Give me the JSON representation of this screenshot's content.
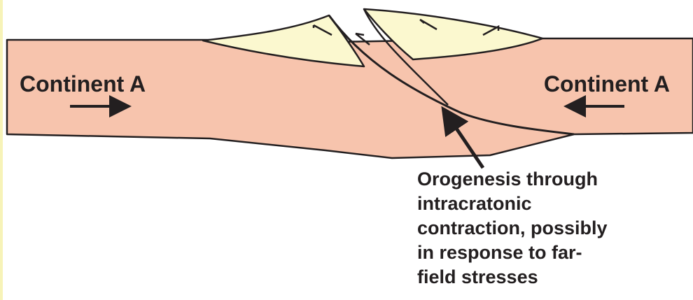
{
  "diagram": {
    "left_label": "Continent A",
    "right_label": "Continent A",
    "caption_lines": [
      "Orogenesis through",
      "intracratonic",
      "contraction, possibly",
      "in response to far-",
      "field stresses"
    ],
    "colors": {
      "crust": "#f7c4ad",
      "sediment_wedge": "#fbf8cf",
      "outline": "#231f20",
      "margin_strip": "#f7f3b8"
    }
  }
}
